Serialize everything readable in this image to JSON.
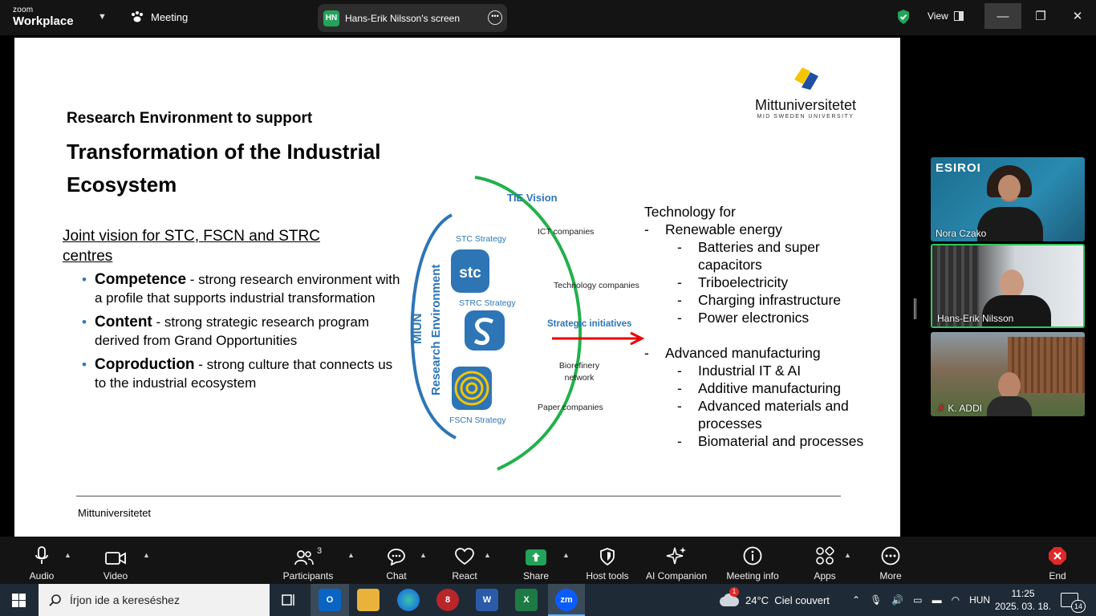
{
  "app": {
    "brand_line1": "zoom",
    "brand_line2": "Workplace",
    "meeting_label": "Meeting"
  },
  "share_pill": {
    "initials": "HN",
    "label": "Hans-Erik Nilsson's screen"
  },
  "top_right": {
    "view_label": "View"
  },
  "slide": {
    "logo_name": "Mittuniversitetet",
    "logo_sub": "MID SWEDEN UNIVERSITY",
    "subtitle": "Research Environment to support",
    "title": "Transformation of the Industrial Ecosystem",
    "joint_vision": "Joint vision for STC, FSCN and STRC centres",
    "bullets": [
      {
        "head": "Competence",
        "text": " - strong research environment with a profile that supports industrial transformation"
      },
      {
        "head": "Content",
        "text": " - strong strategic research program derived from Grand Opportunities"
      },
      {
        "head": "Coproduction",
        "text": " - strong culture that connects us to the industrial ecosystem"
      }
    ],
    "diagram": {
      "tie_vision": "TIE Vision",
      "miun": "MIUN",
      "research_env": "Research Environment",
      "stc_strategy": "STC Strategy",
      "stc_logo_text": "stc",
      "strc_strategy": "STRC Strategy",
      "fscn_strategy": "FSCN Strategy",
      "ict": "ICT companies",
      "technology": "Technology companies",
      "strategic": "Strategic initiatives",
      "biorefinery_1": "Biorefinery",
      "biorefinery_2": "network",
      "paper": "Paper companies"
    },
    "tech": {
      "heading": "Technology for",
      "groups": [
        {
          "label": "Renewable energy",
          "items": [
            "Batteries and super",
            "capacitors",
            "Triboelectricity",
            "Charging infrastructure",
            "Power electronics"
          ]
        },
        {
          "label": "Advanced manufacturing",
          "items": [
            "Industrial IT & AI",
            "Additive manufacturing",
            "Advanced materials and",
            "processes",
            "Biomaterial and processes"
          ]
        }
      ],
      "dash": "-"
    },
    "footer": "Mittuniversitetet"
  },
  "participants_tiles": [
    {
      "name": "Nora Czako",
      "overlay": "ESIROI"
    },
    {
      "name": "Hans-Erik Nilsson"
    },
    {
      "name": "K. ADDI"
    }
  ],
  "toolbar": {
    "audio": "Audio",
    "video": "Video",
    "participants": "Participants",
    "participants_count": "3",
    "chat": "Chat",
    "react": "React",
    "share": "Share",
    "host_tools": "Host tools",
    "ai_companion": "AI Companion",
    "meeting_info": "Meeting info",
    "apps": "Apps",
    "more": "More",
    "end": "End"
  },
  "taskbar": {
    "search_placeholder": "Írjon ide a kereséshez",
    "weather": "24°C  Ciel couvert",
    "weather_badge": "1",
    "lang": "HUN",
    "time": "11:25",
    "date": "2025. 03. 18.",
    "notif_count": "14",
    "app_word": "W",
    "app_excel": "X",
    "app_zoom": "zm"
  },
  "colors": {
    "accent_green": "#23a35a",
    "slide_blue": "#2e75b6",
    "end_red": "#e02828",
    "arc_green": "#21b14b"
  }
}
